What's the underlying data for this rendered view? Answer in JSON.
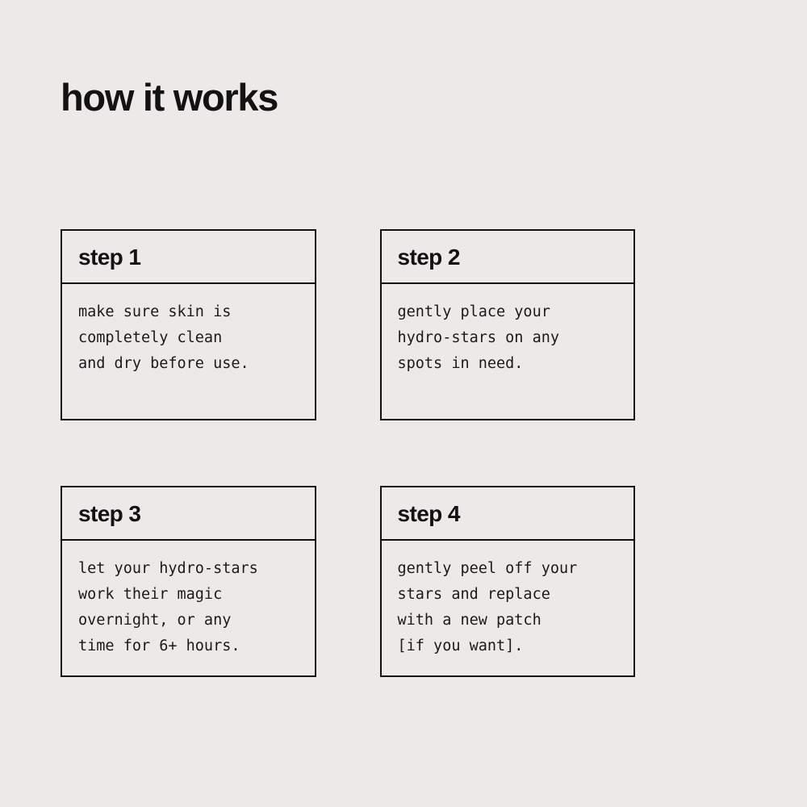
{
  "page": {
    "title": "how it works",
    "background_color": "#EDE9E9",
    "text_color": "#111111",
    "border_color": "#111111"
  },
  "steps": [
    {
      "header": "step 1",
      "body": "make sure skin is\ncompletely clean\nand dry before use."
    },
    {
      "header": "step 2",
      "body": "gently place your\nhydro-stars on any\nspots in need."
    },
    {
      "header": "step 3",
      "body": "let your hydro-stars\nwork their magic\novernight, or any\ntime for 6+ hours."
    },
    {
      "header": "step 4",
      "body": "gently peel off your\nstars and replace\nwith a new patch\n[if you want]."
    }
  ]
}
